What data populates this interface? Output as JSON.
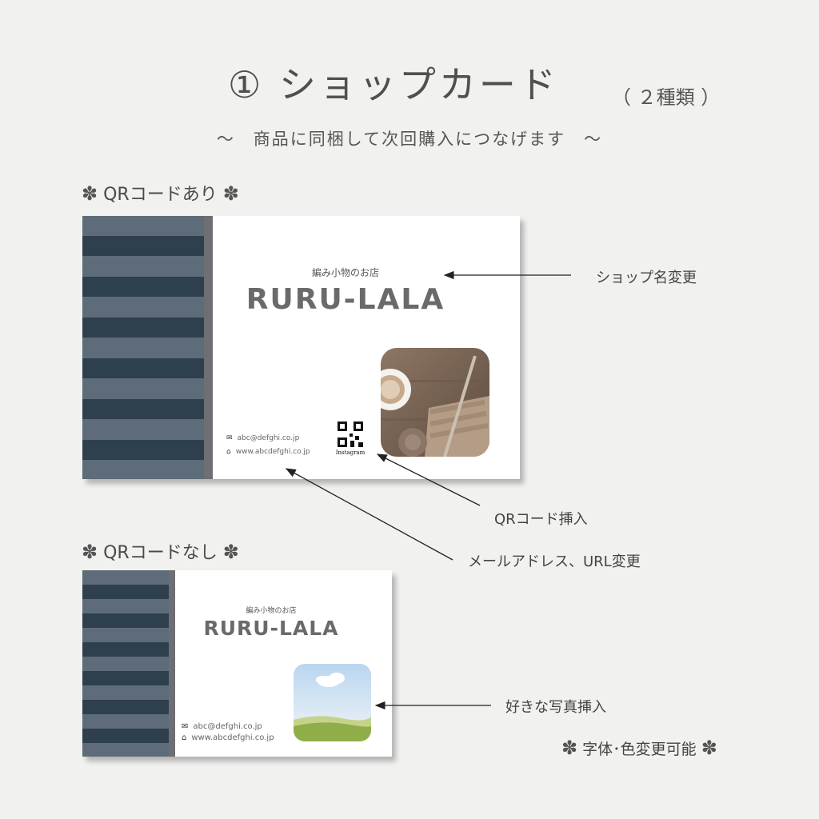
{
  "header": {
    "title": "① ショップカード",
    "variants": "（ ２種類 ）",
    "subtitle": "〜　商品に同梱して次回購入につなげます　〜"
  },
  "section_qr": {
    "label": "QRコードあり",
    "card": {
      "shop_sub": "編み小物のお店",
      "shop_name": "RURU-LALA",
      "email": "abc@defghi.co.jp",
      "url": "www.abcdefghi.co.jp",
      "qr_label": "Instagram"
    }
  },
  "section_noqr": {
    "label": "QRコードなし",
    "card": {
      "shop_sub": "編み小物のお店",
      "shop_name": "RURU-LALA",
      "email": "abc@defghi.co.jp",
      "url": "www.abcdefghi.co.jp"
    }
  },
  "annotations": {
    "shop_name_change": "ショップ名変更",
    "qr_insert": "QRコード挿入",
    "mail_url_change": "メールアドレス、URL変更",
    "photo_insert": "好きな写真挿入",
    "font_color_note": "字体･色変更可能"
  },
  "icons": {
    "flower": "flower-icon",
    "mail": "mail-icon",
    "home": "home-icon",
    "qr": "qr-code-icon"
  },
  "colors": {
    "stripe_light": "#5e6c7a",
    "stripe_dark": "#2e3f4d",
    "text": "#4a4a4a"
  }
}
